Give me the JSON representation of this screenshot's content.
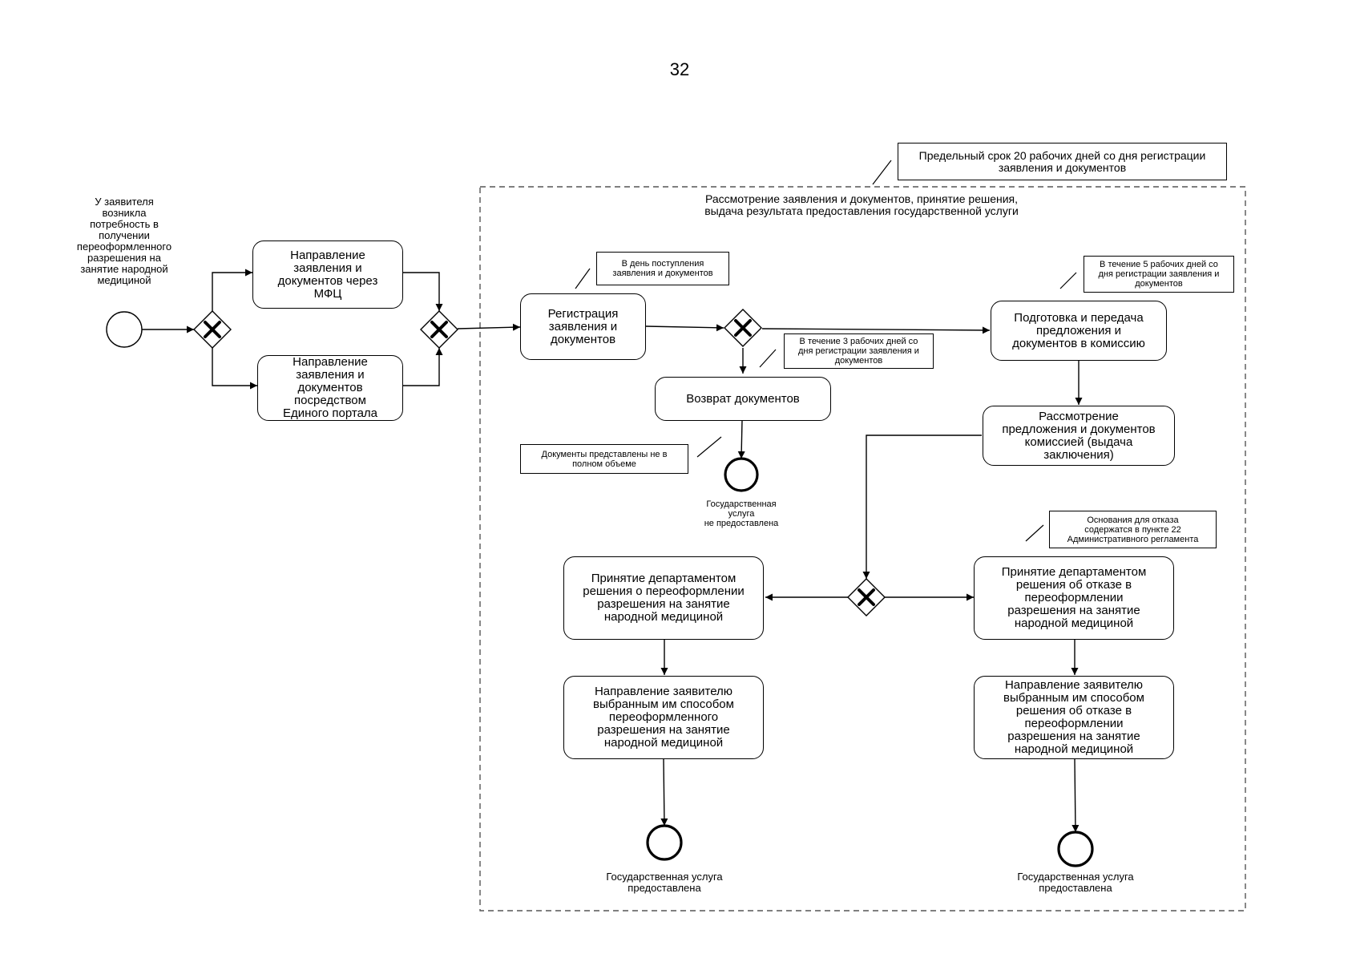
{
  "page": {
    "number": "32"
  },
  "deadline_note": "Предельный срок 20 рабочих дней со дня регистрации\nзаявления и документов",
  "group_title": "Рассмотрение заявления и документов, принятие решения,\nвыдача результата предоставления государственной услуги",
  "start_event_label": "У заявителя\nвозникла\nпотребность в\nполучении\nпереоформленного\nразрешения на\nзанятие народной\nмедициной",
  "tasks": {
    "mfc": "Направление\nзаявления и\nдокументов через\nМФЦ",
    "portal": "Направление\nзаявления и\nдокументов\nпосредством\nЕдиного портала",
    "registration": "Регистрация\nзаявления и\nдокументов",
    "return_docs": "Возврат документов",
    "prepare_commission": "Подготовка и передача\nпредложения и\nдокументов в комиссию",
    "commission_review": "Рассмотрение\nпредложения и документов\nкомиссией (выдача\nзаключения)",
    "decision_reissue": "Принятие департаментом\nрешения о переоформлении\nразрешения на занятие\nнародной медициной",
    "decision_refusal": "Принятие департаментом\nрешения  об отказе в\nпереоформлении\nразрешения на занятие\nнародной медициной",
    "send_reissue": "Направление заявителю\nвыбранным им способом\nпереоформленного\nразрешения на занятие\nнародной медициной",
    "send_refusal": "Направление заявителю\nвыбранным им способом\nрешения об отказе в\nпереоформлении\nразрешения на занятие\nнародной медициной"
  },
  "notes": {
    "same_day": "В день поступления\nзаявления и документов",
    "within_3_days": "В течение 3 рабочих дней со\nдня регистрации заявления и\nдокументов",
    "within_5_days": "В течение 5 рабочих дней со\nдня регистрации заявления и\nдокументов",
    "incomplete_docs": "Документы представлены не в\nполном объеме",
    "refusal_grounds": "Основания для отказа\nсодержатся в пункте 22\nАдминистративного регламента"
  },
  "end_events": {
    "not_provided": "Государственная\nуслуга\nне предоставлена",
    "provided_left": "Государственная услуга\nпредоставлена",
    "provided_right": "Государственная услуга\nпредоставлена"
  }
}
